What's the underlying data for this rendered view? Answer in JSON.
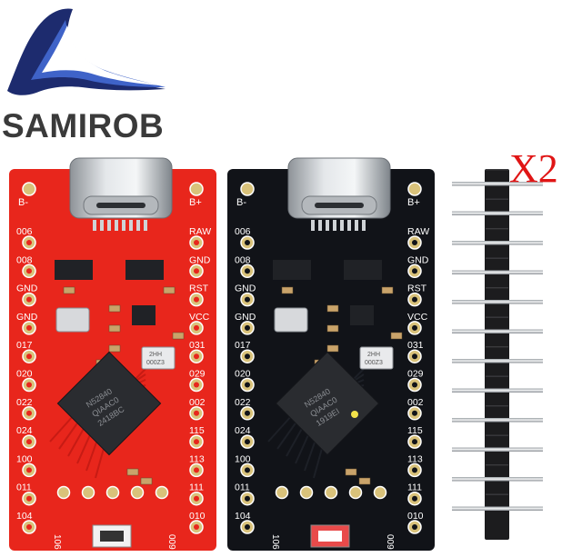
{
  "brand": {
    "name": "SAMIROB",
    "colors": {
      "dark_blue": "#1d2b6e",
      "light_blue": "#3f63c8",
      "text": "#3a3a3a"
    }
  },
  "quantity_label": "X2",
  "board_colors": {
    "red_pcb": "#e8261c",
    "black_pcb": "#111318",
    "silkscreen": "#ffffff",
    "pad": "#d9c27a"
  },
  "red_board": {
    "top_left": "B-",
    "top_right": "B+",
    "left_pins": [
      "006",
      "008",
      "GND",
      "GND",
      "017",
      "020",
      "022",
      "024",
      "100",
      "011",
      "104"
    ],
    "right_pins": [
      "RAW",
      "GND",
      "RST",
      "VCC",
      "031",
      "029",
      "002",
      "115",
      "113",
      "111",
      "010"
    ],
    "bottom_left": "106",
    "bottom_right": "009",
    "chip": [
      "N52840",
      "QIAAC0",
      "2418BC"
    ],
    "crystal": [
      "2HH",
      "000Z3"
    ]
  },
  "black_board": {
    "top_left": "B-",
    "top_right": "B+",
    "left_pins": [
      "006",
      "008",
      "GND",
      "GND",
      "017",
      "020",
      "022",
      "024",
      "100",
      "011",
      "104"
    ],
    "right_pins": [
      "RAW",
      "GND",
      "RST",
      "VCC",
      "031",
      "029",
      "002",
      "115",
      "113",
      "111",
      "010"
    ],
    "bottom_left": "106",
    "bottom_right": "009",
    "chip": [
      "N52840",
      "QIAAC0",
      "1919EI"
    ],
    "crystal": [
      "2HH",
      "000Z3"
    ]
  },
  "pin_header": {
    "pins": 12,
    "quantity": 2
  }
}
